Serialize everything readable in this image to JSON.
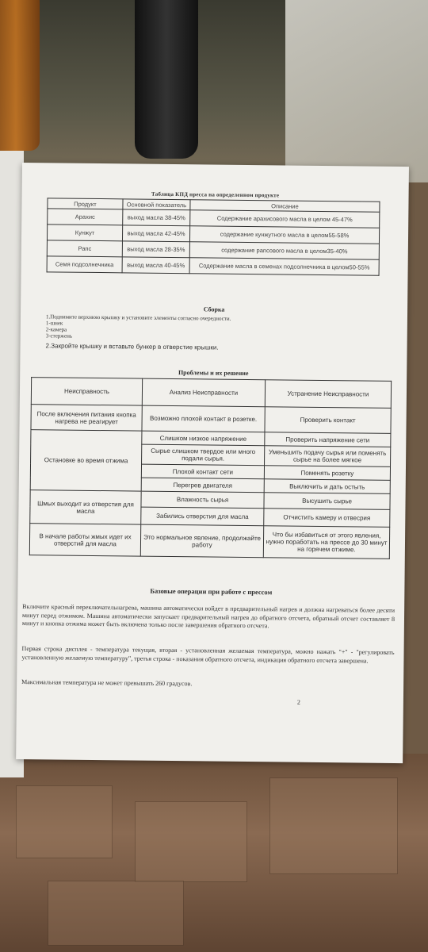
{
  "table1": {
    "caption": "Таблица КПД пресса на определенном продукте",
    "headers": [
      "Продукт",
      "Основной показатель",
      "Описание"
    ],
    "rows": [
      {
        "product": "Арахис",
        "yield": "выход масла 38-45%",
        "desc": "Содержание арахисового масла в целом 45-47%"
      },
      {
        "product": "Кунжут",
        "yield": "выход масла 42-45%",
        "desc": "содержание кунжутного масла в целом55-58%"
      },
      {
        "product": "Рапс",
        "yield": "выход масла 28-35%",
        "desc": "содержание рапсового масла в целом35-40%"
      },
      {
        "product": "Семя подсолнечника",
        "yield": "выход масла 40-45%",
        "desc": "Содержание масла в семенах подсолнечника в целом50-55%"
      }
    ]
  },
  "assembly": {
    "title": "Сборка",
    "step1": "1.Поднимите верхнюю крышку и установите элементы согласно очередности.",
    "items": [
      "1-шнек",
      "2-камера",
      "3-стержень"
    ],
    "step2": "2.Закройте крышку и вставьте бункер в отверстие крышки."
  },
  "problems": {
    "title": "Проблемы и их решение",
    "headers": [
      "Неисправность",
      "Анализ Неисправности",
      "Устранение Неисправности"
    ],
    "groups": [
      {
        "fault": "После включения питания кнопка нагрева не реагирует",
        "rows": [
          {
            "analysis": "Возможно плохой контакт в розетке.",
            "fix": "Проверить контакт"
          }
        ]
      },
      {
        "fault": "Остановке во время отжима",
        "rows": [
          {
            "analysis": "Слишком низкое напряжение",
            "fix": "Проверить напряжение сети"
          },
          {
            "analysis": "Сырье слишком твердое или много подали сырья.",
            "fix": "Уменьшить подачу сырья или поменять сырье на более мягкое"
          },
          {
            "analysis": "Плохой контакт сети",
            "fix": "Поменять розетку"
          },
          {
            "analysis": "Перегрев двигателя",
            "fix": "Выключить и дать остыть"
          }
        ]
      },
      {
        "fault": "Шмых выходит из отверстия для масла",
        "rows": [
          {
            "analysis": "Влажность сырья",
            "fix": "Высушить сырье"
          },
          {
            "analysis": "Забились отверстия для масла",
            "fix": "Отчистить камеру и отвесрия"
          }
        ]
      },
      {
        "fault": "В начале работы жмых идет их отверстий для масла",
        "rows": [
          {
            "analysis": "Это нормальное явление, продолжайте работу",
            "fix": "Что бы избавиться от этого явления, нужно поработать на прессе до 30 минут на горячем отжиме."
          }
        ]
      }
    ]
  },
  "basics": {
    "title": "Базовые операции при работе с прессом",
    "p1": "Включите красный переключательнагрева, машина автоматически войдет в предварительный нагрев и должна нагреваться более десяти минут перед отжимом. Машина автоматически запускает предварительный нагрев до обратного отсчета, обратный отсчет составляет 8 минут и кнопка отжима может быть включена только после завершения обратного отсчета.",
    "p2": "Первая строка дисплея - температура текущая, вторая - установленная желаемая температура, можно нажать \"+\" - \"регулировать установленную желаемую температуру\", третья строка - показания обратного отсчета, индикация обратного отсчета завершена.",
    "p3": "Максимальная температура не может превышать 260 градусов.",
    "page_number": "2"
  }
}
